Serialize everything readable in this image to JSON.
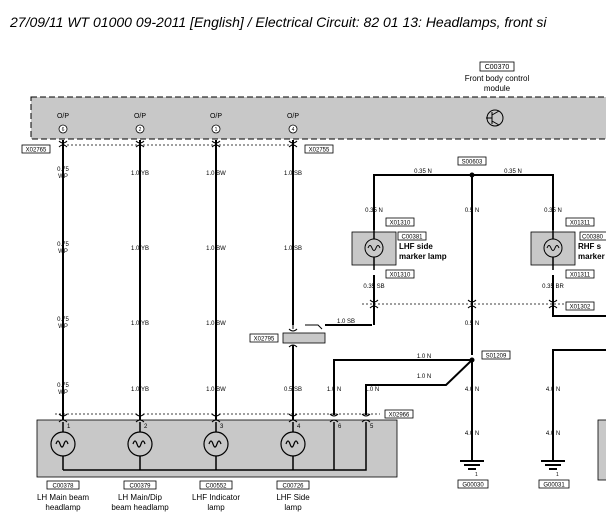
{
  "header": {
    "title": "27/09/11  WT 01000 09-2011 [English] / Electrical Circuit: 82 01 13: Headlamps, front si"
  },
  "module": {
    "code": "C00370",
    "name_line1": "Front body control",
    "name_line2": "module",
    "pins": [
      {
        "label": "O/P",
        "num": "6"
      },
      {
        "label": "O/P",
        "num": "2"
      },
      {
        "label": "O/P",
        "num": "1"
      },
      {
        "label": "O/P",
        "num": "4"
      }
    ]
  },
  "connectors": {
    "left_top": "X02765",
    "right_top": "X02755",
    "inline_sb": "X02795",
    "bottom_bar": "X02966",
    "side_top_left": "X01310",
    "side_bottom_left": "X01310",
    "side_top_right": "X01311",
    "side_bottom_right": "X01311",
    "dashed_right": "X01302"
  },
  "splices": {
    "top": "S00603",
    "mid": "S01209"
  },
  "wire_labels": {
    "w1": [
      "0.75",
      "WP",
      "0.75",
      "WP",
      "0.75",
      "WP",
      "0.75",
      "WP"
    ],
    "yb": "1.0 YB",
    "bw": "1.0 BW",
    "sb": "1.0 SB",
    "sb05": "0.5 SB",
    "n35a": "0.35 N",
    "n35b": "0.35 N",
    "n05": "0.5 N",
    "n35c": "0.35 N",
    "n35d": "0.35 N",
    "sb035": "0.35 SB",
    "br035": "0.35 BR",
    "n1a": "1.0 N",
    "n1b": "1.0 N",
    "n1c": "1.0 N",
    "n1d": "1.0 N",
    "n4a": "4.0 N",
    "n4b": "4.0 N",
    "n4c": "4.0 N",
    "n4d": "4.0 N",
    "sb10": "1.0 SB"
  },
  "lamps": [
    {
      "code": "C00378",
      "line1": "LH Main beam",
      "line2": "headlamp",
      "pin": "1"
    },
    {
      "code": "C00379",
      "line1": "LH Main/Dip",
      "line2": "beam headlamp",
      "pin": "2"
    },
    {
      "code": "C00552",
      "line1": "LHF Indicator",
      "line2": "lamp",
      "pin": "3"
    },
    {
      "code": "C00726",
      "line1": "LHF Side",
      "line2": "lamp",
      "pin": "4"
    }
  ],
  "lamp_extra_pins": [
    "6",
    "5"
  ],
  "side_markers": {
    "left": {
      "code": "C00381",
      "line1": "LHF side",
      "line2": "marker lamp"
    },
    "right": {
      "code": "C00380",
      "line1": "RHF s",
      "line2": "marker"
    }
  },
  "grounds": [
    {
      "code": "G00030",
      "pin": "1"
    },
    {
      "code": "G00031",
      "pin": "1"
    }
  ]
}
